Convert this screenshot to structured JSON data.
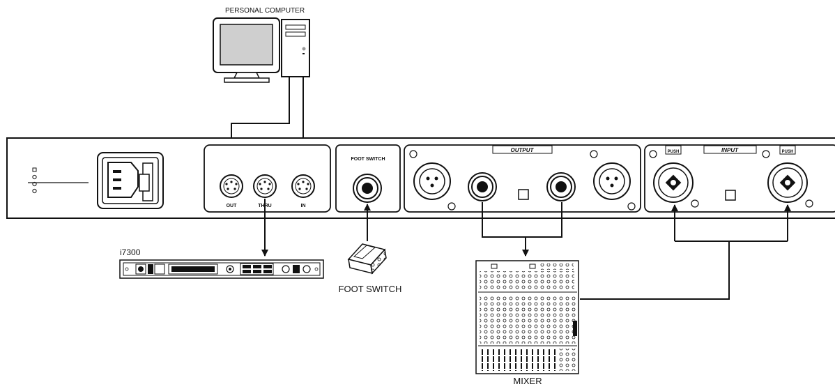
{
  "labels": {
    "personal_computer": "PERSONAL COMPUTER",
    "foot_switch_panel": "FOOT SWITCH",
    "output": "OUTPUT",
    "input": "INPUT",
    "midi_out": "OUT",
    "midi_thru": "THRU",
    "midi_in": "IN",
    "push_left": "PUSH",
    "push_right": "PUSH",
    "i7300": "i7300",
    "foot_switch": "FOOT SWITCH",
    "mixer": "MIXER"
  },
  "colors": {
    "line": "#111111",
    "monitor_screen": "#cfcfcf",
    "panel": "#ffffff"
  }
}
